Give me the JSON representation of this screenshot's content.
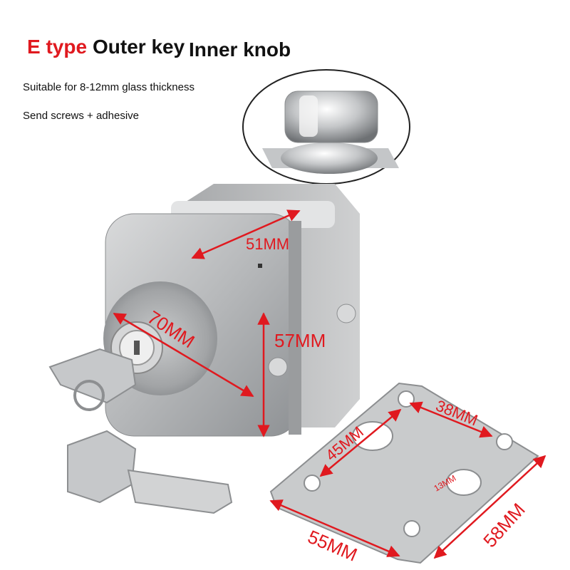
{
  "header": {
    "type_label": "E type",
    "outer_label": "Outer key",
    "inner_label": "Inner knob"
  },
  "notes": {
    "glass": "Suitable for 8-12mm glass thickness",
    "accessories": "Send screws + adhesive"
  },
  "dimensions": {
    "lock_width": "51MM",
    "lock_depth": "70MM",
    "lock_height": "57MM",
    "plate_hole_spacing_top": "38MM",
    "plate_hole_spacing_diag": "45MM",
    "plate_slot": "13MM",
    "plate_width": "55MM",
    "plate_height": "58MM"
  },
  "colors": {
    "accent_red": "#e0191f",
    "steel": "#b9bbbd"
  }
}
